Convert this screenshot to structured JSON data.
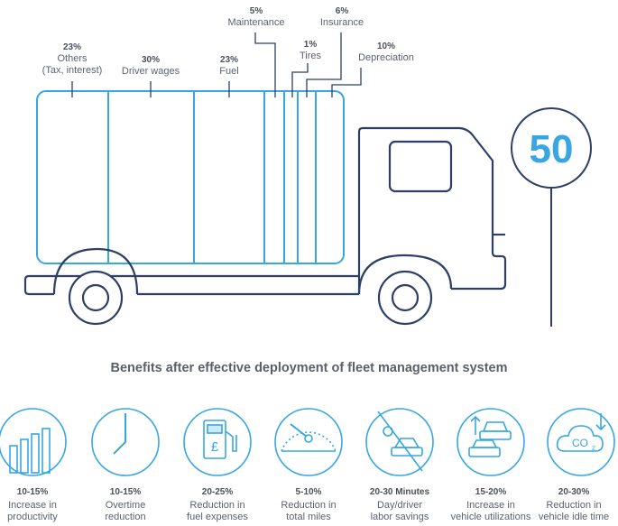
{
  "colors": {
    "outline": "#2e3f66",
    "accent": "#37a6e3",
    "text": "#5b6270"
  },
  "cost_breakdown": [
    {
      "pct": "23%",
      "line1": "Others",
      "line2": "(Tax, interest)"
    },
    {
      "pct": "30%",
      "line1": "Driver wages",
      "line2": ""
    },
    {
      "pct": "23%",
      "line1": "Fuel",
      "line2": ""
    },
    {
      "pct": "5%",
      "line1": "Maintenance",
      "line2": ""
    },
    {
      "pct": "1%",
      "line1": "Tires",
      "line2": ""
    },
    {
      "pct": "6%",
      "line1": "Insurance",
      "line2": ""
    },
    {
      "pct": "10%",
      "line1": "Depreciation",
      "line2": ""
    }
  ],
  "speed_sign": {
    "value": "50"
  },
  "benefits_title": "Benefits after effective deployment of fleet management system",
  "benefits": [
    {
      "icon": "bar-chart-icon",
      "value": "10-15%",
      "line1": "Increase in",
      "line2": "productivity"
    },
    {
      "icon": "clock-icon",
      "value": "10-15%",
      "line1": "Overtime",
      "line2": "reduction"
    },
    {
      "icon": "fuel-pump-icon",
      "value": "20-25%",
      "line1": "Reduction in",
      "line2": "fuel expenses"
    },
    {
      "icon": "speedometer-icon",
      "value": "5-10%",
      "line1": "Reduction in",
      "line2": "total miles"
    },
    {
      "icon": "night-driving-icon",
      "value": "20-30 Minutes",
      "line1": "Day/driver",
      "line2": "labor savings"
    },
    {
      "icon": "vehicles-up-icon",
      "value": "15-20%",
      "line1": "Increase in",
      "line2": "vehicle utilizations"
    },
    {
      "icon": "co2-reduction-icon",
      "value": "20-30%",
      "line1": "Reduction in",
      "line2": "vehicle idle time"
    }
  ]
}
